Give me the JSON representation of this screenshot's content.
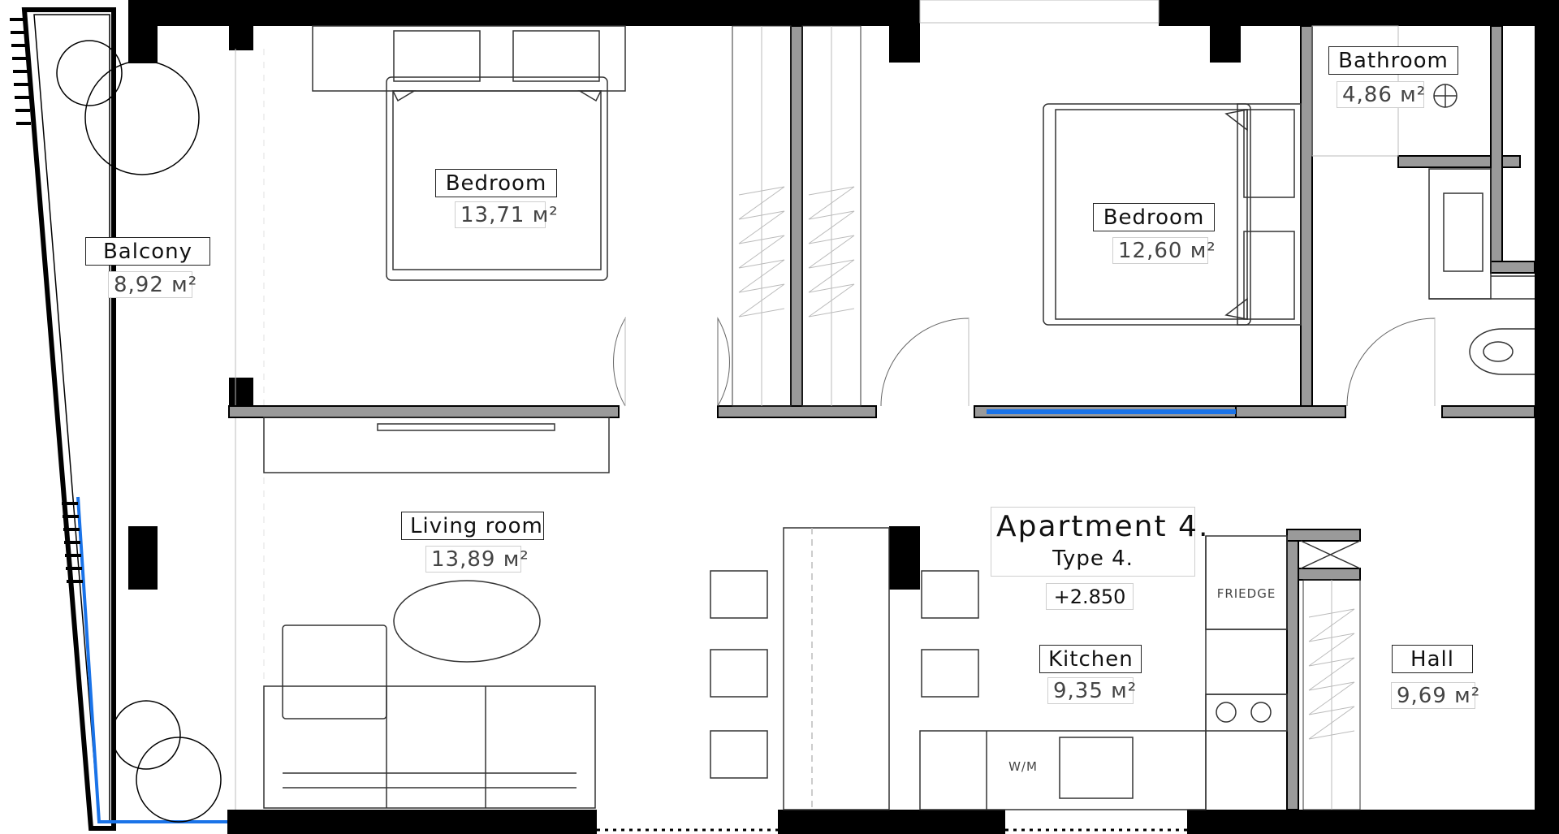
{
  "apartment": {
    "title": "Apartment 4.",
    "type": "Type 4.",
    "level": "+2.850"
  },
  "rooms": {
    "balcony": {
      "name": "Balcony",
      "area": "8,92 м²"
    },
    "bedroom_1": {
      "name": "Bedroom",
      "area": "13,71 м²"
    },
    "bedroom_2": {
      "name": "Bedroom",
      "area": "12,60 м²"
    },
    "bathroom": {
      "name": "Bathroom",
      "area": "4,86 м²"
    },
    "living_room": {
      "name": "Living room",
      "area": "13,89 м²"
    },
    "kitchen": {
      "name": "Kitchen",
      "area": "9,35 м²"
    },
    "hall": {
      "name": "Hall",
      "area": "9,69 м²"
    }
  },
  "fixtures": {
    "fridge": "FRIEDGE",
    "washing_machine": "W/M"
  },
  "colors": {
    "wall": "#000000",
    "partition": "#9a9a9a",
    "window": "#1a73e8",
    "line": "#333333",
    "light_line": "#bdbdbd"
  }
}
